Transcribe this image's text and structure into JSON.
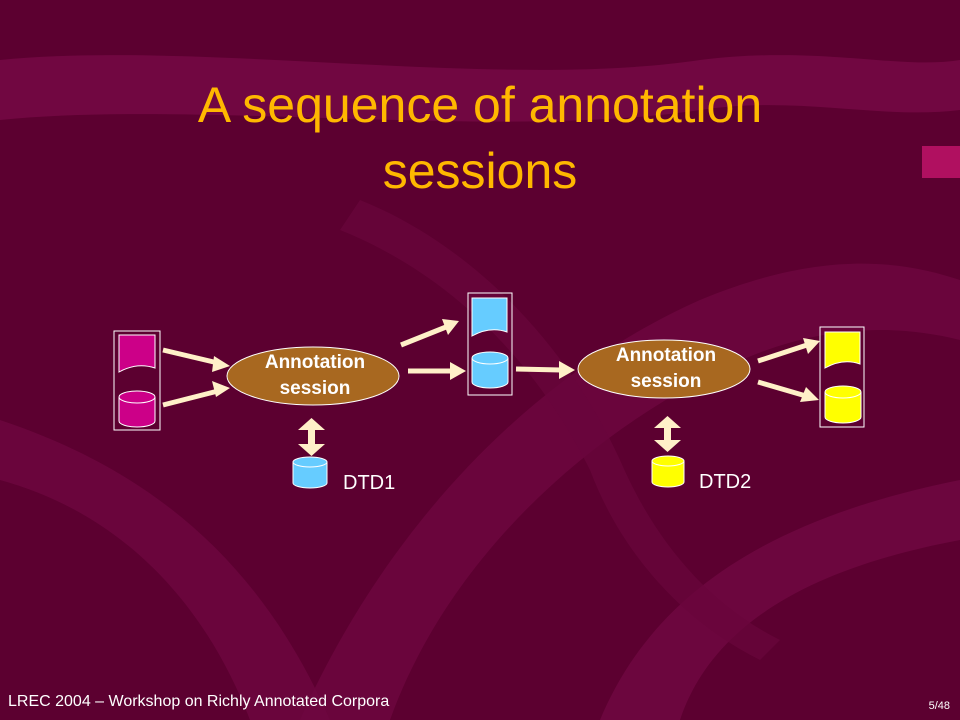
{
  "slide": {
    "title_line1": "A sequence of annotation",
    "title_line2": "sessions"
  },
  "diagram": {
    "session1": {
      "line1": "Annotation",
      "line2": "session"
    },
    "session2": {
      "line1": "Annotation",
      "line2": "session"
    },
    "dtd1_label": "DTD1",
    "dtd2_label": "DTD2"
  },
  "footer": {
    "text": "LREC 2004 – Workshop on Richly Annotated Corpora",
    "page": "5/48"
  },
  "colors": {
    "background": "#5c0030",
    "title": "#ffb800",
    "magenta_doc": "#cc0088",
    "blue_doc": "#66ccff",
    "yellow_doc": "#ffff00",
    "ellipse": "#a86820"
  }
}
